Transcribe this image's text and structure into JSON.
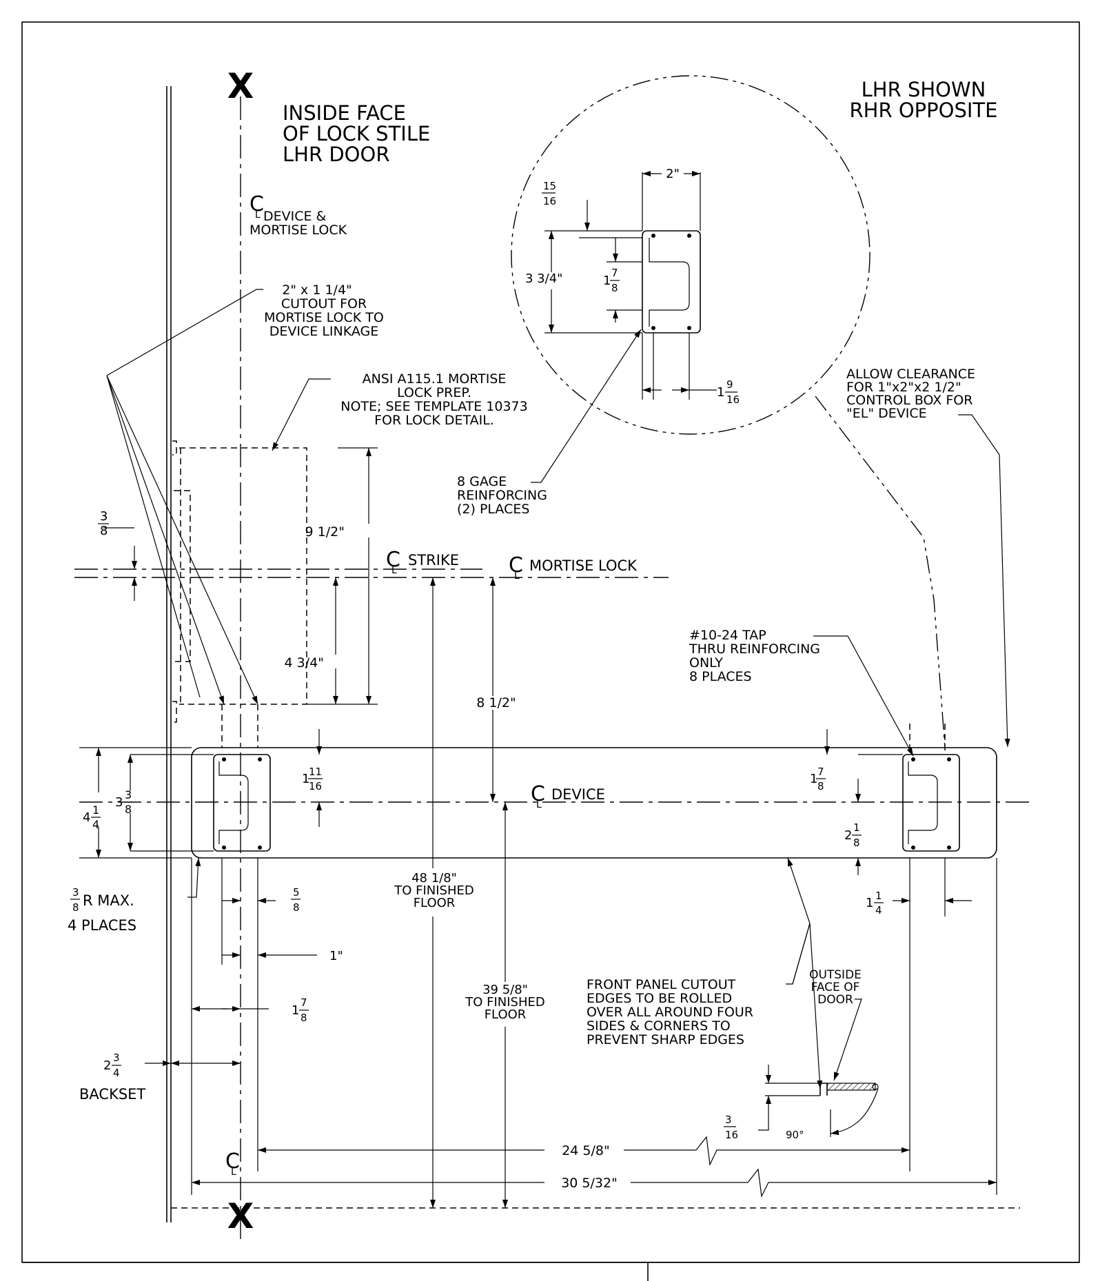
{
  "drawing": {
    "section_mark": "X",
    "view_note": [
      "LHR SHOWN",
      "RHR OPPOSITE"
    ],
    "face_note": [
      "INSIDE FACE",
      "OF LOCK STILE",
      "LHR DOOR"
    ],
    "centerline_symbol": "C",
    "centerline_sub": "L",
    "cl_device_mortise": [
      "DEVICE &",
      "MORTISE LOCK"
    ],
    "cl_strike": "STRIKE",
    "cl_mortise_lock": "MORTISE LOCK",
    "cl_device": "DEVICE",
    "cutout_note": [
      "2\" x 1 1/4\"",
      "CUTOUT FOR",
      "MORTISE LOCK TO",
      "DEVICE LINKAGE"
    ],
    "ansi_note": [
      "ANSI A115.1 MORTISE",
      "LOCK PREP.",
      "NOTE; SEE TEMPLATE 10373",
      "FOR LOCK DETAIL."
    ],
    "reinforcing_note": [
      "8 GAGE",
      "REINFORCING",
      "(2) PLACES"
    ],
    "clearance_note": [
      "ALLOW CLEARANCE",
      "FOR 1\"x2\"x2 1/2\"",
      "CONTROL BOX FOR",
      "\"EL\" DEVICE"
    ],
    "tap_note": [
      "#10-24 TAP",
      "THRU REINFORCING",
      "ONLY",
      "8 PLACES"
    ],
    "radius_note": [
      "R MAX.",
      "4 PLACES"
    ],
    "backset_label": "BACKSET",
    "panel_note": [
      "FRONT PANEL CUTOUT",
      "EDGES TO BE ROLLED",
      "OVER ALL AROUND FOUR",
      "SIDES & CORNERS TO",
      "PREVENT SHARP EDGES"
    ],
    "outside_face_note": [
      "OUTSIDE",
      "FACE OF",
      "DOOR"
    ],
    "angle_label": "90°",
    "dims": {
      "d_2in": "2\"",
      "d_3_3_4": "3 3/4\"",
      "d_9_1_2": "9 1/2\"",
      "d_4_3_4": "4 3/4\"",
      "d_8_1_2": "8 1/2\"",
      "d_48_1_8": [
        "48 1/8\"",
        "TO FINISHED",
        "FLOOR"
      ],
      "d_39_5_8": [
        "39 5/8\"",
        "TO FINISHED",
        "FLOOR"
      ],
      "d_24_5_8": "24 5/8\"",
      "d_30_5_32": "30 5/32\"",
      "d_1in": "1\"",
      "frac_3_8": {
        "whole": "",
        "num": "3",
        "den": "8"
      },
      "frac_15_16": {
        "whole": "",
        "num": "15",
        "den": "16"
      },
      "frac_1_7_8": {
        "whole": "1",
        "num": "7",
        "den": "8"
      },
      "frac_1_9_16": {
        "whole": "1",
        "num": "9",
        "den": "16"
      },
      "frac_3_3_8": {
        "whole": "3",
        "num": "3",
        "den": "8"
      },
      "frac_4_1_4": {
        "whole": "4",
        "num": "1",
        "den": "4"
      },
      "frac_1_11_16": {
        "whole": "1",
        "num": "11",
        "den": "16"
      },
      "frac_2_1_8": {
        "whole": "2",
        "num": "1",
        "den": "8"
      },
      "frac_1_1_4": {
        "whole": "1",
        "num": "1",
        "den": "4"
      },
      "frac_5_8": {
        "whole": "",
        "num": "5",
        "den": "8"
      },
      "frac_2_3_4": {
        "whole": "2",
        "num": "3",
        "den": "4"
      },
      "frac_3_16": {
        "whole": "",
        "num": "3",
        "den": "16"
      }
    }
  }
}
